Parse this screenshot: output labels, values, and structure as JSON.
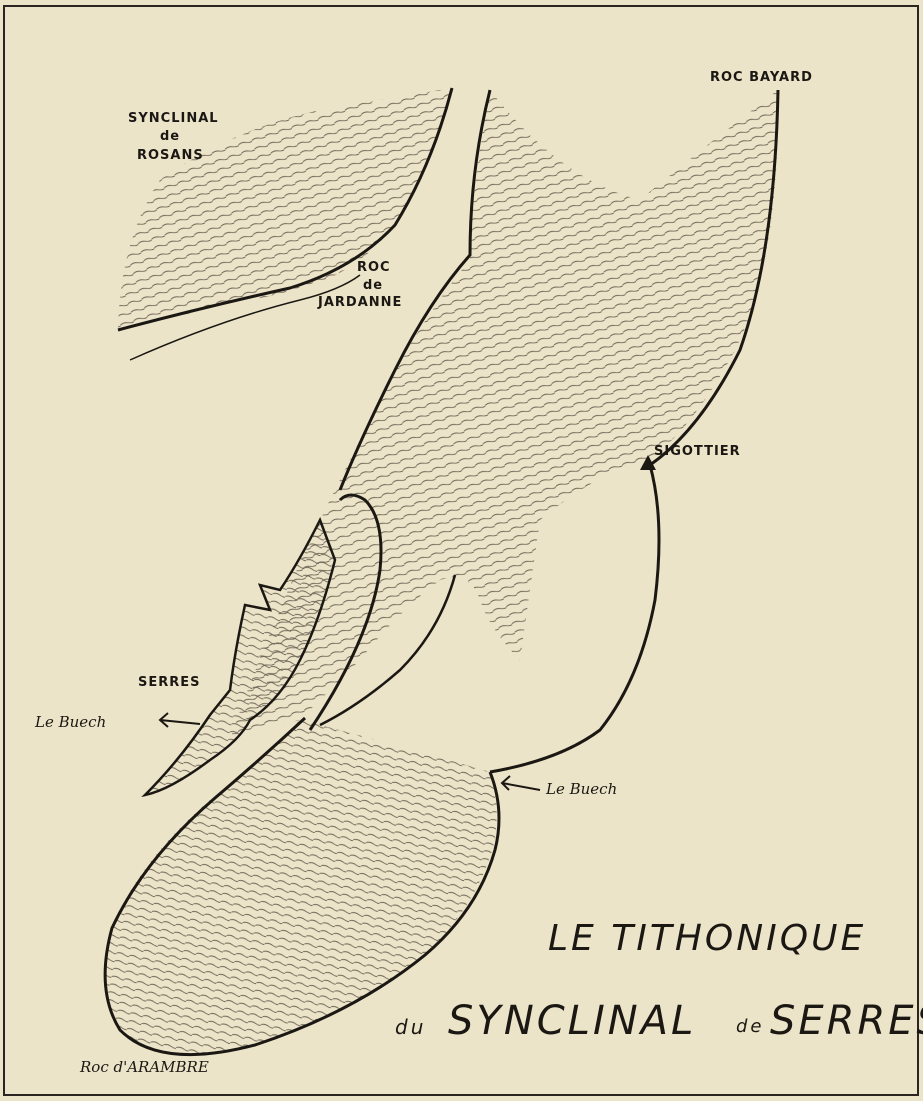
{
  "labels": {
    "syncline_rosans_line1": "SYNCLINAL",
    "syncline_rosans_line2": "de",
    "syncline_rosans_line3": "ROSANS",
    "roc_jardanne_line1": "ROC",
    "roc_jardanne_line2": "de",
    "roc_jardanne_line3": "JARDANNE",
    "roc_bayard": "ROC BAYARD",
    "sigottier": "SIGOTTIER",
    "serres": "SERRES",
    "le_buech_left": "Le Buech",
    "le_buech_right": "Le Buech",
    "roc_arambre": "Roc d'ARAMBRE"
  },
  "title": {
    "line1": "LE TITHONIQUE",
    "line2_prefix": "du",
    "line2_main": "SYNCLINAL",
    "line2_de": "de",
    "line2_end": "SERRES"
  },
  "colors": {
    "paper": "#ece4c8",
    "ink": "#1b1814",
    "hatch": "#6b6253"
  }
}
